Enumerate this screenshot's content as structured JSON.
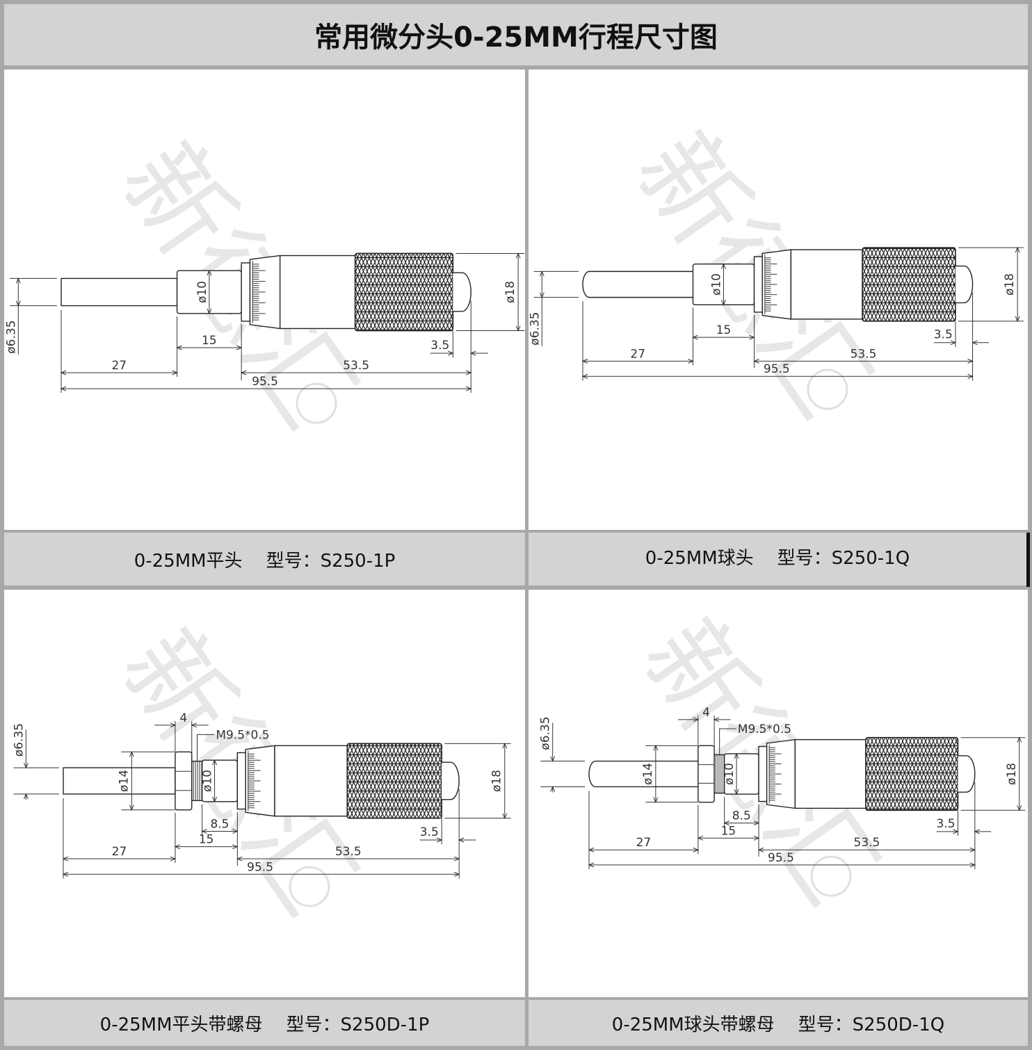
{
  "title": "常用微分头0-25MM行程尺寸图",
  "watermark": {
    "text": "新德汇",
    "mark": "®"
  },
  "captions": [
    {
      "name": "0-25MM平头",
      "model": "型号：S250-1P"
    },
    {
      "name": "0-25MM球头",
      "model": "型号：S250-1Q"
    },
    {
      "name": "0-25MM平头带螺母",
      "model": "型号：S250D-1P"
    },
    {
      "name": "0-25MM球头带螺母",
      "model": "型号：S250D-1Q"
    }
  ],
  "drawings": [
    {
      "tip": "flat",
      "nut": false,
      "dims": {
        "d_spindle": "ø6.35",
        "d_sleeve": "ø10",
        "d_body": "ø18",
        "len_spindle": "27",
        "len_sleeve": "15",
        "len_body": "53.5",
        "len_total": "95.5",
        "len_cap": "3.5"
      }
    },
    {
      "tip": "ball",
      "nut": false,
      "dims": {
        "d_spindle": "ø6.35",
        "d_sleeve": "ø10",
        "d_body": "ø18",
        "len_spindle": "27",
        "len_sleeve": "15",
        "len_body": "53.5",
        "len_total": "95.5",
        "len_cap": "3.5"
      }
    },
    {
      "tip": "flat",
      "nut": true,
      "dims": {
        "d_spindle": "ø6.35",
        "d_sleeve": "ø10",
        "d_body": "ø18",
        "len_spindle": "27",
        "len_sleeve": "15",
        "len_body": "53.5",
        "len_total": "95.5",
        "len_cap": "3.5",
        "d_nut": "ø14",
        "len_nut": "4",
        "thread": "M9.5*0.5",
        "len_thread_sleeve": "8.5"
      }
    },
    {
      "tip": "ball",
      "nut": true,
      "dims": {
        "d_spindle": "ø6.35",
        "d_sleeve": "ø10",
        "d_body": "ø18",
        "len_spindle": "27",
        "len_sleeve": "15",
        "len_body": "53.5",
        "len_total": "95.5",
        "len_cap": "3.5",
        "d_nut": "ø14",
        "len_nut": "4",
        "thread": "M9.5*0.5",
        "len_thread_sleeve": "8.5"
      }
    }
  ]
}
